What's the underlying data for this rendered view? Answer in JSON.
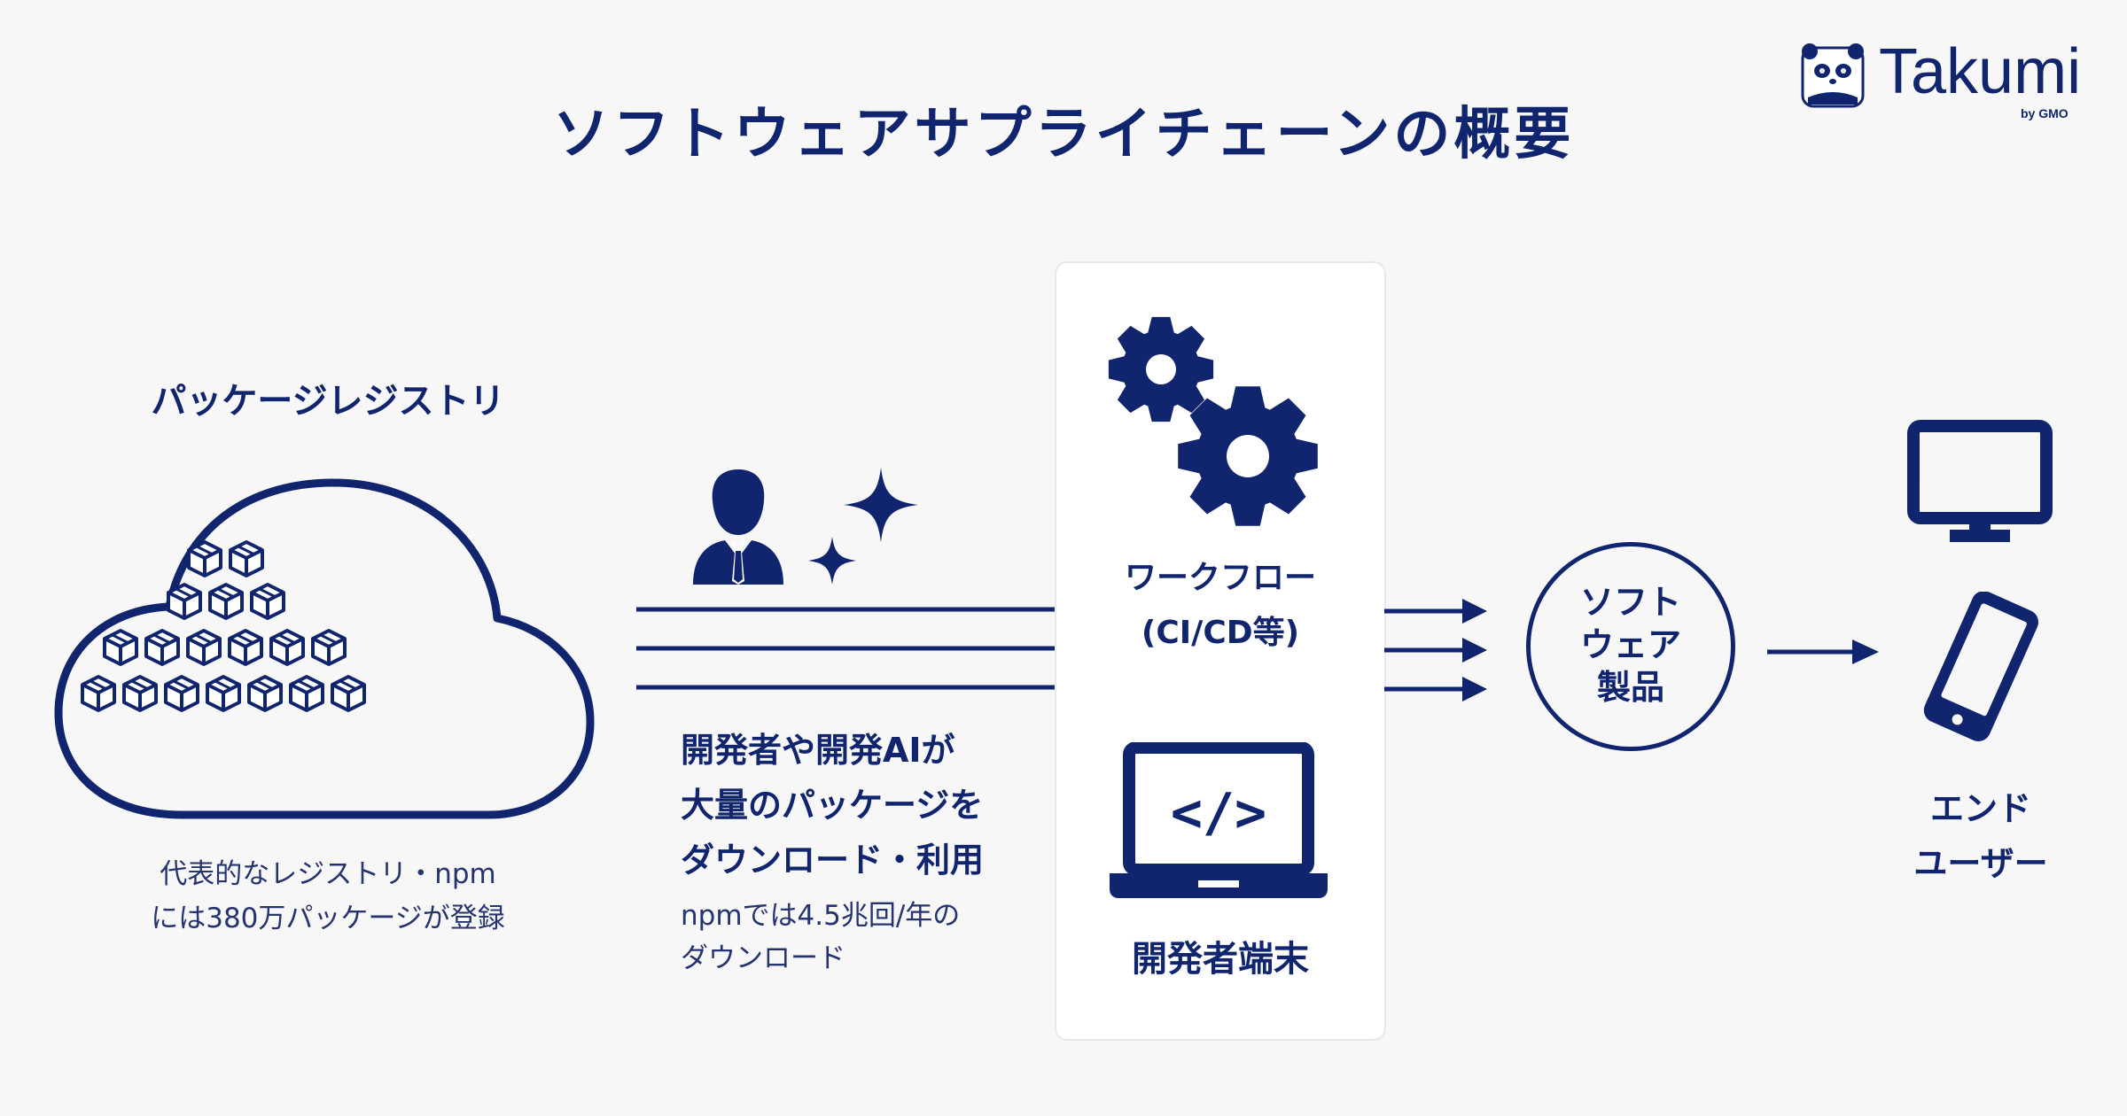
{
  "title": "ソフトウェアサプライチェーンの概要",
  "logo": {
    "name": "Takumi",
    "by": "by GMO"
  },
  "registry": {
    "title": "パッケージレジストリ",
    "desc_line1": "代表的なレジストリ・npm",
    "desc_line2": "には380万パッケージが登録"
  },
  "download": {
    "line1": "開発者や開発AIが",
    "line2": "大量のパッケージを",
    "line3": "ダウンロード・利用",
    "sub_line1": "npmでは4.5兆回/年の",
    "sub_line2": "ダウンロード"
  },
  "workflow": {
    "line1": "ワークフロー",
    "line2": "(CI/CD等)"
  },
  "dev_terminal": {
    "label": "開発者端末",
    "screen_text": "</>"
  },
  "product": {
    "line1": "ソフト",
    "line2": "ウェア",
    "line3": "製品"
  },
  "end_user": {
    "line1": "エンド",
    "line2": "ユーザー"
  },
  "colors": {
    "navy": "#10256e",
    "background": "#f7f7f8",
    "panel": "#ffffff"
  }
}
